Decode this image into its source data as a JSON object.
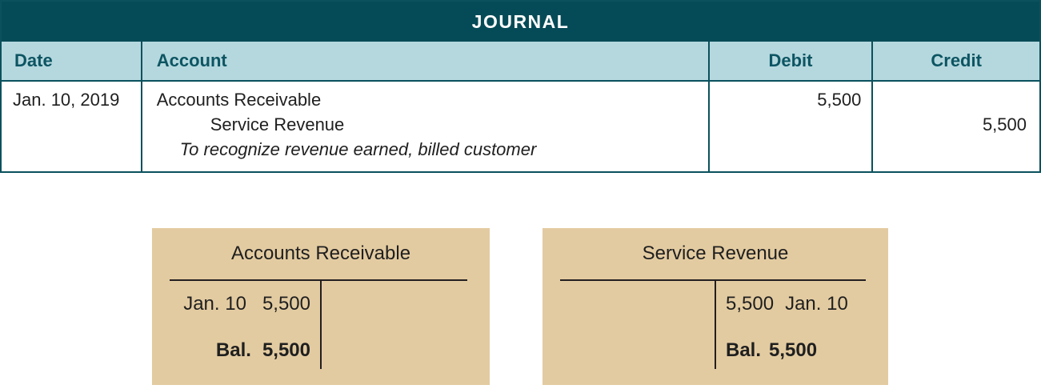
{
  "journal": {
    "title": "JOURNAL",
    "columns": {
      "date": "Date",
      "account": "Account",
      "debit": "Debit",
      "credit": "Credit"
    },
    "entry": {
      "date": "Jan. 10, 2019",
      "debit_account": "Accounts Receivable",
      "debit_amount": "5,500",
      "credit_account": "Service Revenue",
      "credit_amount": "5,500",
      "memo": "To recognize revenue earned, billed customer"
    }
  },
  "t_accounts": {
    "left": {
      "title": "Accounts Receivable",
      "entry_date": "Jan. 10",
      "entry_amount": "5,500",
      "balance_label": "Bal.",
      "balance_amount": "5,500"
    },
    "right": {
      "title": "Service Revenue",
      "entry_amount": "5,500",
      "entry_date": "Jan. 10",
      "balance_label": "Bal.",
      "balance_amount": "5,500"
    }
  },
  "colors": {
    "journal_title_band": "#054b57",
    "journal_header_bg": "#b5d8de",
    "journal_border": "#0a515d",
    "journal_header_text": "#0d5563",
    "body_text": "#1f1f1f",
    "taccount_bg": "#e3cba1",
    "taccount_line": "#231f20"
  }
}
